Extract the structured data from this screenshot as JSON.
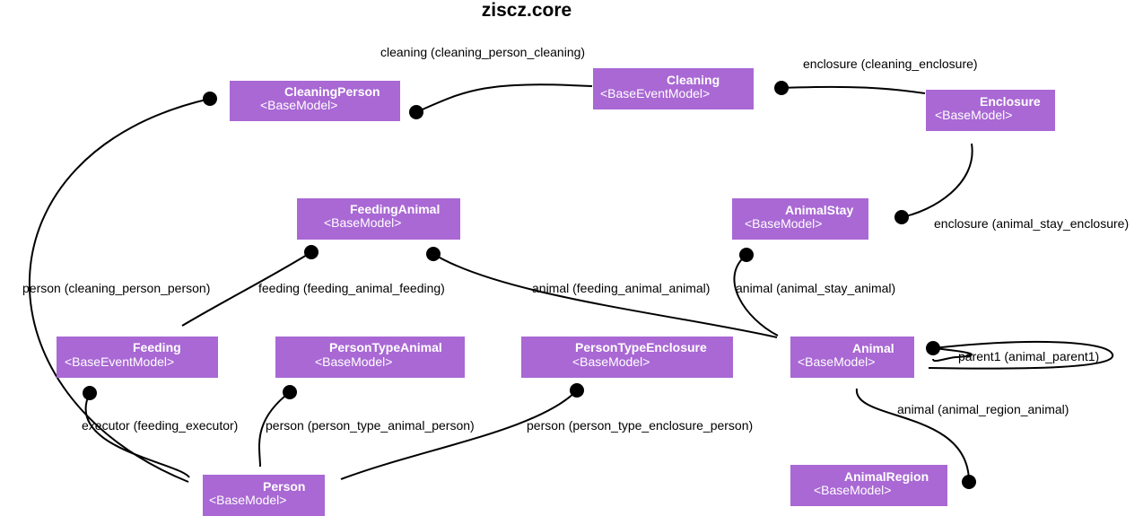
{
  "title": "ziscz.core",
  "node_color": "#a968d4",
  "nodes": {
    "cleaning_person": {
      "name": "CleaningPerson",
      "base": "<BaseModel>"
    },
    "cleaning": {
      "name": "Cleaning",
      "base": "<BaseEventModel>"
    },
    "enclosure": {
      "name": "Enclosure",
      "base": "<BaseModel>"
    },
    "feeding_animal": {
      "name": "FeedingAnimal",
      "base": "<BaseModel>"
    },
    "animal_stay": {
      "name": "AnimalStay",
      "base": "<BaseModel>"
    },
    "feeding": {
      "name": "Feeding",
      "base": "<BaseEventModel>"
    },
    "person_type_animal": {
      "name": "PersonTypeAnimal",
      "base": "<BaseModel>"
    },
    "person_type_enclosure": {
      "name": "PersonTypeEnclosure",
      "base": "<BaseModel>"
    },
    "animal": {
      "name": "Animal",
      "base": "<BaseModel>"
    },
    "animal_region": {
      "name": "AnimalRegion",
      "base": "<BaseModel>"
    },
    "person": {
      "name": "Person",
      "base": "<BaseModel>"
    }
  },
  "edges": {
    "cleaning_person_cleaning": "cleaning (cleaning_person_cleaning)",
    "cleaning_enclosure": "enclosure (cleaning_enclosure)",
    "animal_stay_enclosure": "enclosure (animal_stay_enclosure)",
    "cleaning_person_person": "person (cleaning_person_person)",
    "feeding_animal_feeding": "feeding (feeding_animal_feeding)",
    "feeding_animal_animal": "animal (feeding_animal_animal)",
    "animal_stay_animal": "animal (animal_stay_animal)",
    "animal_parent1": "parent1 (animal_parent1)",
    "animal_region_animal": "animal (animal_region_animal)",
    "feeding_executor": "executor (feeding_executor)",
    "person_type_animal_person": "person (person_type_animal_person)",
    "person_type_enclosure_person": "person (person_type_enclosure_person)"
  }
}
